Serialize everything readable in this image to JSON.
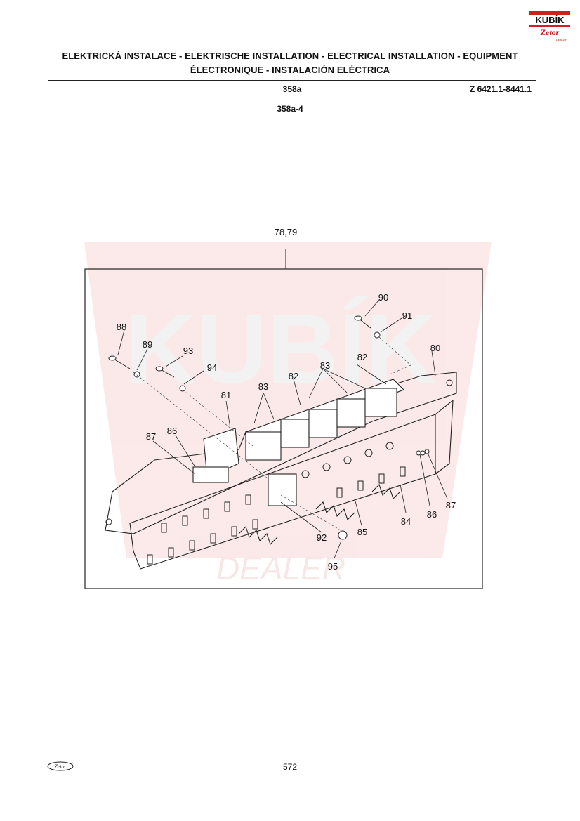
{
  "header": {
    "title_line1": "ELEKTRICKÁ INSTALACE - ELEKTRISCHE INSTALLATION - ELECTRICAL INSTALLATION - EQUIPMENT",
    "title_line2": "ÉLECTRONIQUE - INSTALACIÓN ELÉCTRICA",
    "section": "358a",
    "model_code": "Z 6421.1-8441.1"
  },
  "figure_ref": "358a-4",
  "logo": {
    "brand": "KUBÍK",
    "sub": "Zetor",
    "tag": "DEALER"
  },
  "watermark": {
    "text": "KUBÍK",
    "sub": "DEALER"
  },
  "callouts": {
    "c7879": "78,79",
    "c90": "90",
    "c91": "91",
    "c88": "88",
    "c89": "89",
    "c93": "93",
    "c94": "94",
    "c80": "80",
    "c82a": "82",
    "c82b": "82",
    "c83a": "83",
    "c83b": "83",
    "c81": "81",
    "c86a": "86",
    "c87a": "87",
    "c86b": "86",
    "c87b": "87",
    "c84": "84",
    "c85": "85",
    "c92": "92",
    "c95": "95"
  },
  "footer": {
    "page_number": "572",
    "logo_text": "Zetor"
  }
}
